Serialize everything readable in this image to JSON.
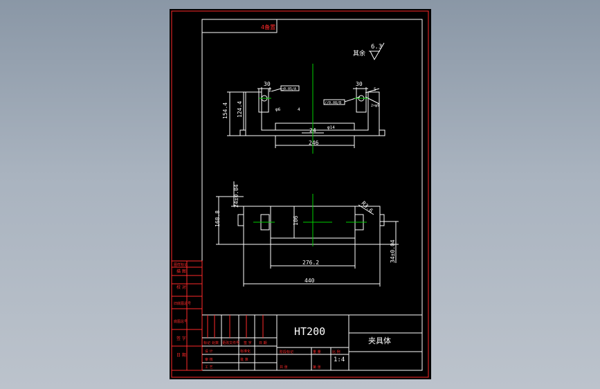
{
  "drawing": {
    "material": "HT200",
    "part_name": "夹具体",
    "scale": "1:4",
    "top_note": "4备置",
    "surface_finish": {
      "label": "其余",
      "value": "6.3"
    }
  },
  "dimensions_top_view": {
    "d30_left": "30",
    "d30_right": "30",
    "d154_4": "154.4",
    "d124_4": "124.4",
    "d24": "24",
    "d246": "246",
    "d5": "5",
    "note_left": "□0.05/A",
    "note_right": "//0.08/B",
    "mark_4": "4",
    "mark_phi6": "φ6",
    "mark_phi14": "φ14",
    "mark_2x": "2×φ9"
  },
  "dimensions_front_view": {
    "d24_tol": "24±0.04",
    "d168_8": "168.8",
    "d106": "106",
    "d276_2": "276.2",
    "d440": "440",
    "d34_tol": "34±0.04",
    "d_r": "R3.6"
  },
  "title_block": {
    "left_labels": [
      "图样标记",
      "描 图",
      "校 对",
      "旧底图总号",
      "底图总号",
      "签 字",
      "日 期"
    ],
    "bottom_labels": [
      "标记",
      "处数",
      "更改文件号",
      "签 字",
      "日 期",
      "设 计",
      "审 核",
      "工 艺",
      "标准化",
      "批 准",
      "阶段标记",
      "重 量",
      "比 例",
      "共 张",
      "第 张"
    ]
  }
}
